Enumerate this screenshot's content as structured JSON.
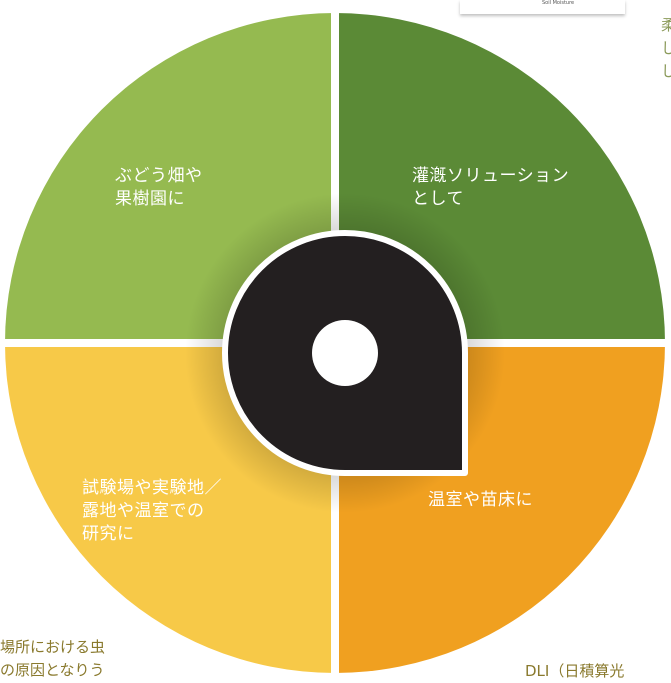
{
  "quadrants": [
    {
      "id": "vineyard",
      "label": "ぶどう畑や\n果樹園に",
      "color": "#95ba50"
    },
    {
      "id": "irrigation",
      "label": "灌漑ソリューション\nとして",
      "color": "#5b8a36"
    },
    {
      "id": "greenhouse",
      "label": "温室や苗床に",
      "color": "#f0a020"
    },
    {
      "id": "research",
      "label": "試験場や実験地／\n露地や温室での\n研究に",
      "color": "#f7c948"
    }
  ],
  "center": {
    "fill": "#231f20",
    "outline": "#ffffff"
  },
  "fragments": {
    "top_right": "柔\nし\nし",
    "bottom_left": "場所における虫\nの原因となりう",
    "bottom_right": "DLI（日積算光",
    "top_label": "Soil Moisture"
  },
  "fragment_colors": {
    "top_right": "#8b9a5a",
    "bottom": "#8a7a2e"
  }
}
